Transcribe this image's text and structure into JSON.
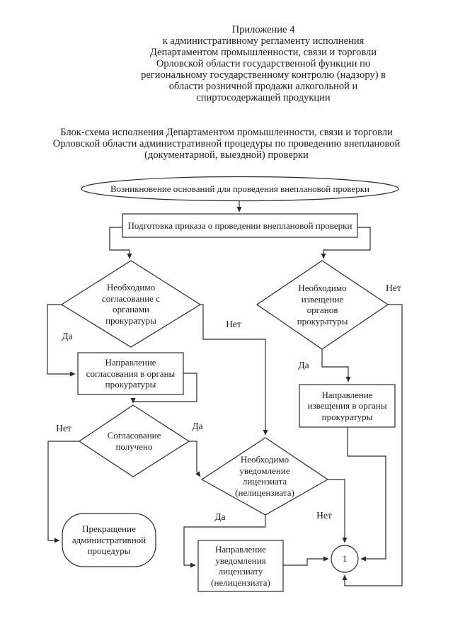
{
  "document": {
    "annex_header": "Приложение 4\nк административному регламенту исполнения\nДепартаментом промышленности, связи и торговли\nОрловской области государственной функции по\nрегиональному государственному контролю (надзору) в\nобласти розничной продажи алкогольной и\nспиртосодержащей продукции",
    "title": "Блок-схема исполнения Департаментом промышленности, связи и торговли\nОрловской области административной процедуры по проведению внеплановой\n(документарной, выездной) проверки"
  },
  "flowchart": {
    "start_terminator": "Возникновение оснований для проведения внеплановой проверки",
    "prepare_order_step": "Подготовка приказа о проведении внеплановой проверки",
    "need_approval_decision": "Необходимо\nсогласование с\nорганами\nпрокуратуры",
    "send_approval_step": "Направление\nсогласования в органы\nпрокуратуры",
    "approval_received_decision": "Согласование\nполучено",
    "end_terminator": "Прекращение\nадминистративной\nпроцедуры",
    "need_notice_decision": "Необходимо\nизвещение\nорганов\nпрокуратуры",
    "send_notice_step": "Направление\nизвещения в органы\nпрокуратуры",
    "need_notification_decision": "Необходимо\nуведомление\nлицензиата\n(нелицензиата)",
    "send_notification_step": "Направление\nуведомления\nлицензиату\n(нелицензиата)",
    "connector_label": "1",
    "labels": {
      "approval_yes": "Да",
      "approval_no": "Нет",
      "received_yes": "Да",
      "received_no": "Нет",
      "notification_yes": "Да",
      "notification_no": "Нет",
      "notice_yes": "Да",
      "notice_no": "Нет"
    }
  },
  "colors": {
    "line": "#2b2b2b",
    "text": "#1c1c1c",
    "background": "#ffffff"
  }
}
